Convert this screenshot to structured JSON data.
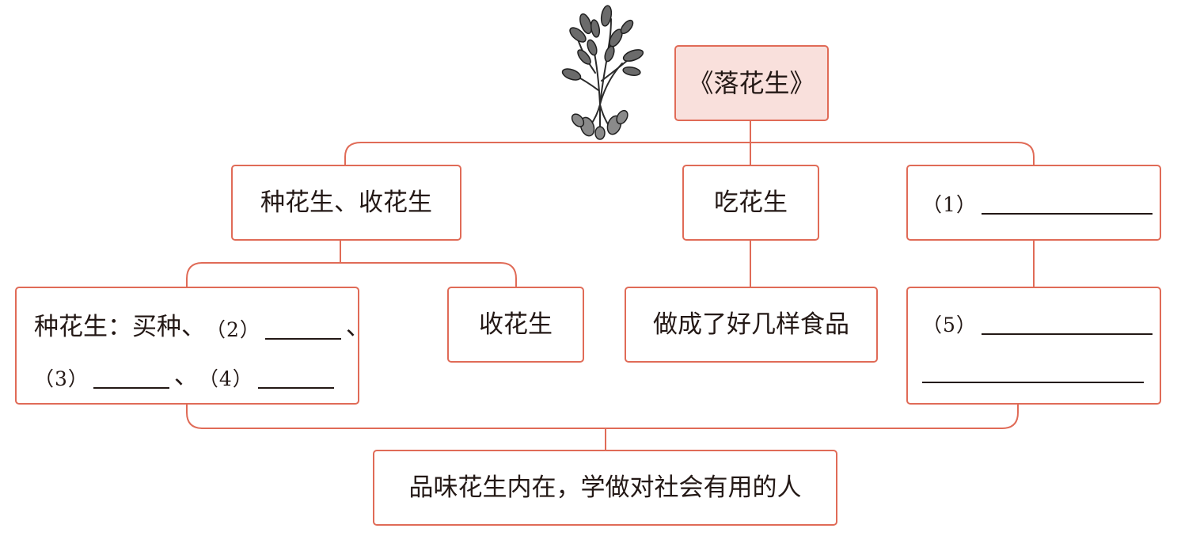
{
  "title": "《落花生》",
  "branches": {
    "plant_harvest": "种花生、收花生",
    "eat": "吃花生",
    "blank_1_label": "（1）"
  },
  "leaves": {
    "plant_label": "种花生：买种、",
    "blank_2_label": "（2）",
    "blank_3_label": "（3）",
    "blank_4_label": "（4）",
    "separator": "、",
    "harvest": "收花生",
    "food": "做成了好几样食品",
    "blank_5_label": "（5）"
  },
  "conclusion": "品味花生内在，学做对社会有用的人",
  "colors": {
    "border": "#e06b57",
    "title_fill": "#f9e0dc",
    "text": "#231815"
  },
  "icons": {
    "plant": "peanut-plant-icon"
  }
}
